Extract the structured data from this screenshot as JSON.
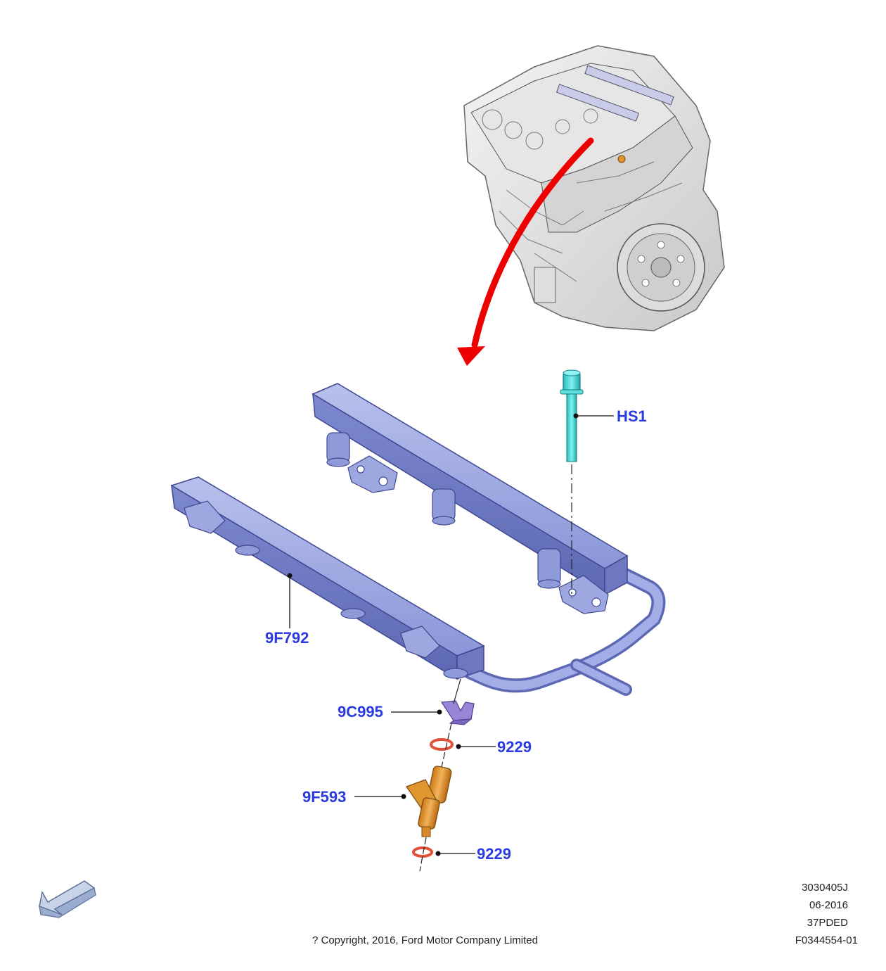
{
  "callouts": {
    "hs1": "HS1",
    "fuel_rail": "9F792",
    "clip": "9C995",
    "oring_upper": "9229",
    "injector": "9F593",
    "oring_lower": "9229"
  },
  "meta": {
    "line1": "3030405J",
    "line2": "06-2016",
    "line3": "37PDED",
    "line4": "F0344554-01"
  },
  "copyright": "? Copyright, 2016, Ford Motor Company Limited",
  "icons": {
    "orientation": "direction-arrow-icon",
    "engine": "engine-illustration",
    "locator": "locator-arrow-icon"
  },
  "colors": {
    "callout_text": "#2b3be0",
    "fuel_rail": "#8c98dc",
    "bolt": "#3fd8d8",
    "clip": "#9a86d8",
    "oring": "#e2503a",
    "injector": "#e0962e",
    "locator_arrow": "#ee0000"
  }
}
